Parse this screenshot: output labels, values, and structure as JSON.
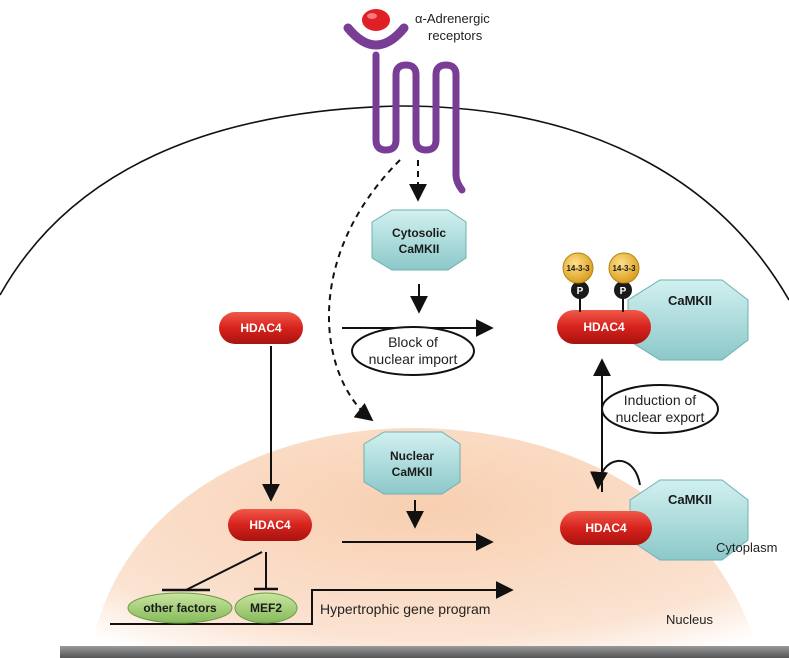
{
  "receptor": {
    "line1": "α-Adrenergic",
    "line2": "receptors"
  },
  "molecules": {
    "hdac4": "HDAC4",
    "camkii": "CaMKII",
    "cytosolic_camkii": [
      "Cytosolic",
      "CaMKII"
    ],
    "nuclear_camkii": [
      "Nuclear",
      "CaMKII"
    ],
    "protein_14_3_3": "14-3-3",
    "phospho": "P",
    "mef2": "MEF2",
    "other_factors": "other factors"
  },
  "process_labels": {
    "block_import": [
      "Block of",
      "nuclear import"
    ],
    "induction_export": [
      "Induction of",
      "nuclear export"
    ],
    "gene_program": "Hypertrophic gene program"
  },
  "compartments": {
    "cytoplasm": "Cytoplasm",
    "nucleus": "Nucleus"
  },
  "colors": {
    "hdac_red": "#d42020",
    "camkii_teal": "#a6dadb",
    "receptor_purple": "#7a3d96",
    "receptor_head": "#e01f26",
    "nucleus_peach": "#f5c7a5",
    "factor_green": "#a8d07a",
    "protein_gold": "#f2b632",
    "phospho_black": "#1a1a1a"
  }
}
